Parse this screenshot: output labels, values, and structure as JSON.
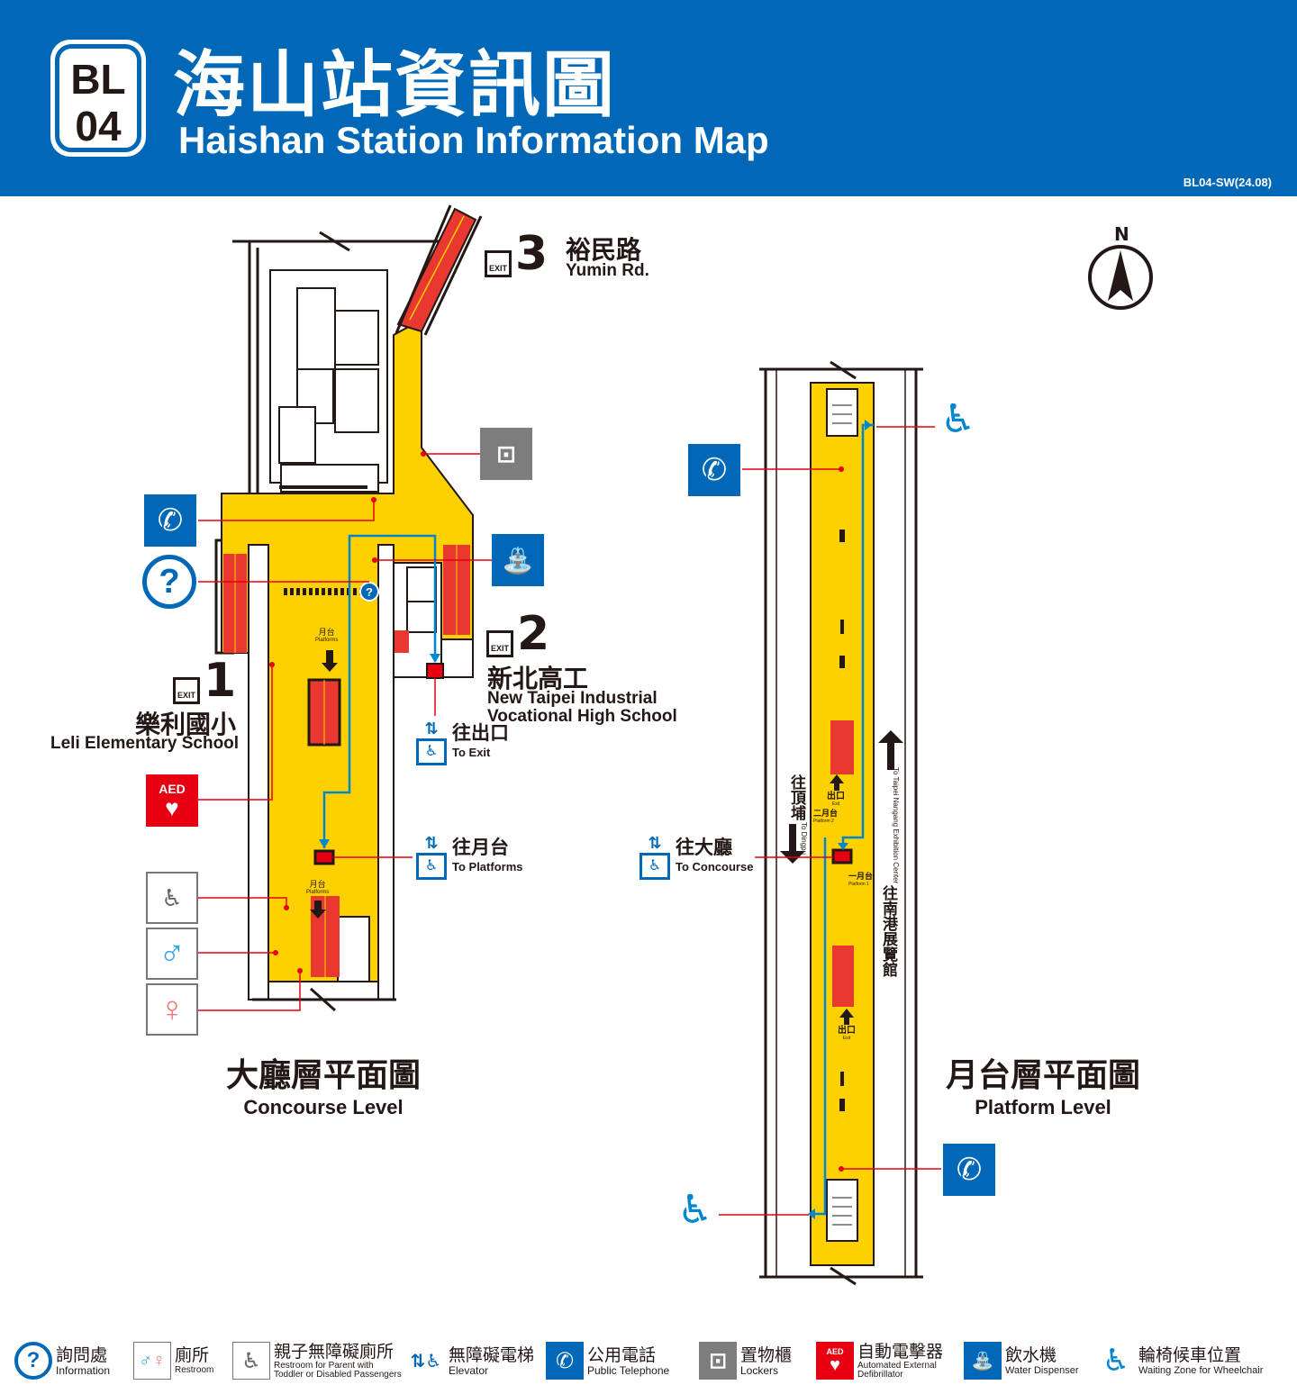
{
  "header": {
    "line_code": "BL",
    "station_number": "04",
    "title_zh": "海山站資訊圖",
    "title_en": "Haishan Station Information Map",
    "map_code": "BL04-SW(24.08)"
  },
  "compass": {
    "label": "N"
  },
  "exits": [
    {
      "number": "3",
      "exit_word": "EXIT",
      "name_zh": "裕民路",
      "name_en": "Yumin Rd."
    },
    {
      "number": "2",
      "exit_word": "EXIT",
      "name_zh": "新北高工",
      "name_en_line1": "New Taipei Industrial",
      "name_en_line2": "Vocational High School"
    },
    {
      "number": "1",
      "exit_word": "EXIT",
      "name_zh": "樂利國小",
      "name_en": "Leli Elementary School"
    }
  ],
  "concourse": {
    "title_zh": "大廳層平面圖",
    "title_en": "Concourse Level",
    "platforms_zh": "月台",
    "platforms_en": "Platforms",
    "elevator_to_exit_zh": "往出口",
    "elevator_to_exit_en": "To Exit",
    "elevator_to_platforms_zh": "往月台",
    "elevator_to_platforms_en": "To Platforms"
  },
  "platform": {
    "title_zh": "月台層平面圖",
    "title_en": "Platform Level",
    "to_dingpu_zh": "往頂埔",
    "to_dingpu_en": "To Dingpu",
    "to_nangang_zh": "往南港展覽館",
    "to_nangang_en": "To Taipei Nangang Exhibition Center",
    "exit_zh": "出口",
    "exit_en": "Exit",
    "platform2_zh": "二月台",
    "platform2_en": "Platform 2",
    "platform1_zh": "一月台",
    "platform1_en": "Platform 1",
    "elevator_to_concourse_zh": "往大廳",
    "elevator_to_concourse_en": "To Concourse"
  },
  "colors": {
    "brand_blue": "#0068b7",
    "floor_yellow": "#fdd000",
    "escalator_red": "#e8382f",
    "leader_red": "#e60012",
    "locker_gray": "#7d7d7d"
  },
  "legend": [
    {
      "icon": "information-icon",
      "zh": "詢問處",
      "en": "Information"
    },
    {
      "icon": "restroom-icon",
      "zh": "廁所",
      "en": "Restroom"
    },
    {
      "icon": "family-accessible-restroom-icon",
      "zh": "親子無障礙廁所",
      "en": "Restroom for Parent with",
      "en2": "Toddler or Disabled Passengers"
    },
    {
      "icon": "elevator-icon",
      "zh": "無障礙電梯",
      "en": "Elevator"
    },
    {
      "icon": "telephone-icon",
      "zh": "公用電話",
      "en": "Public Telephone"
    },
    {
      "icon": "locker-icon",
      "zh": "置物櫃",
      "en": "Lockers"
    },
    {
      "icon": "aed-icon",
      "zh": "自動電擊器",
      "en": "Automated External",
      "en2": "Defibrillator",
      "badge": "AED"
    },
    {
      "icon": "water-dispenser-icon",
      "zh": "飲水機",
      "en": "Water Dispenser"
    },
    {
      "icon": "wheelchair-icon",
      "zh": "輪椅候車位置",
      "en": "Waiting Zone for Wheelchair"
    }
  ]
}
